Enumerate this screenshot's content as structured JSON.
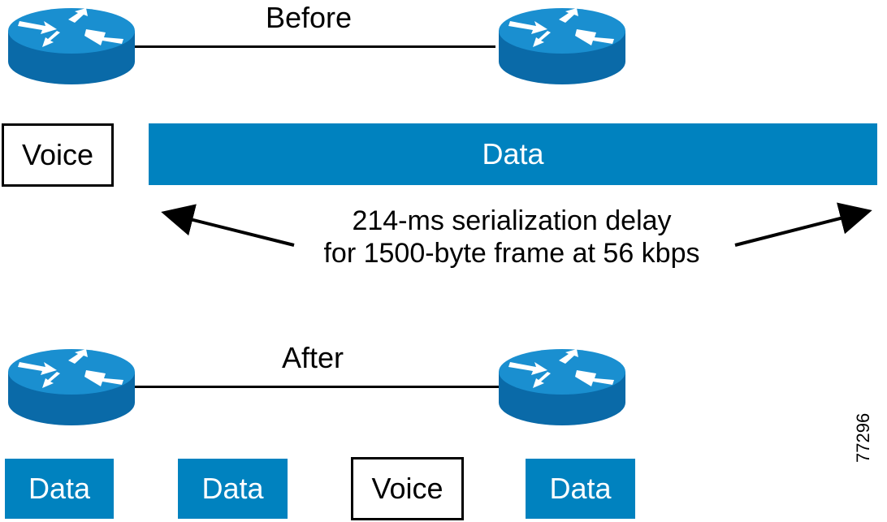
{
  "before": {
    "label": "Before",
    "routers": [
      "router-icon",
      "router-icon"
    ]
  },
  "after": {
    "label": "After",
    "routers": [
      "router-icon",
      "router-icon"
    ]
  },
  "before_frames": {
    "voice": "Voice",
    "data": "Data"
  },
  "delay_annotation": {
    "line1": "214-ms serialization delay",
    "line2": "for 1500-byte frame at 56 kbps"
  },
  "after_frames": [
    "Data",
    "Data",
    "Voice",
    "Data"
  ],
  "figure_id": "77296",
  "colors": {
    "router_top": "#1a8fd0",
    "router_side": "#0a6aa8",
    "data_fill": "#0082bf",
    "voice_border": "#000000"
  }
}
